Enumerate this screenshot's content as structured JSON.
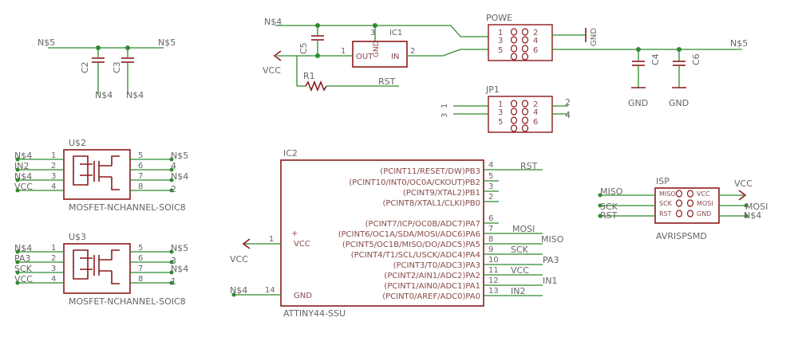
{
  "nets": {
    "n5": "N$5",
    "n4": "N$4",
    "vcc": "VCC",
    "gnd": "GND",
    "rst": "RST",
    "miso": "MISO",
    "mosi": "MOSI",
    "sck": "SCK",
    "in1": "IN1",
    "in2": "IN2",
    "pa3": "PA3"
  },
  "caps": {
    "c2": "C2",
    "c3": "C3",
    "c4": "C4",
    "c5": "C5",
    "c6": "C6"
  },
  "r1": "R1",
  "ic1": {
    "name": "IC1",
    "out": "OUT",
    "in": "IN",
    "gnd": "GND",
    "pin1": "1",
    "pin2": "2",
    "pin3": "3"
  },
  "powe": {
    "name": "POWE",
    "pins_left": [
      "1",
      "3",
      "5"
    ],
    "pins_right": [
      "2",
      "4",
      "6"
    ]
  },
  "jp1": {
    "name": "JP1",
    "pins_left": [
      "1",
      "3",
      "5"
    ],
    "pins_right": [
      "2",
      "4",
      "6"
    ],
    "left_labels": [
      "1",
      "3"
    ],
    "right_labels": [
      "2",
      "4"
    ]
  },
  "u2": {
    "name": "U$2",
    "caption": "MOSFET-NCHANNEL-SOIC8",
    "left_nets": [
      "N$4",
      "IN2",
      "N$4",
      "VCC"
    ],
    "right_nets": [
      "N$5",
      "4",
      "N$4",
      "2"
    ],
    "left_pins": [
      "1",
      "2",
      "3",
      "4"
    ],
    "right_pins": [
      "5",
      "6",
      "7",
      "8"
    ]
  },
  "u3": {
    "name": "U$3",
    "caption": "MOSFET-NCHANNEL-SOIC8",
    "left_nets": [
      "N$4",
      "PA3",
      "SCK",
      "VCC"
    ],
    "right_nets": [
      "N$5",
      "3",
      "N$4",
      "1"
    ],
    "left_pins": [
      "1",
      "2",
      "3",
      "4"
    ],
    "right_pins": [
      "5",
      "6",
      "7",
      "8"
    ]
  },
  "ic2": {
    "name": "IC2",
    "caption": "ATTINY44-SSU",
    "vcc": "VCC",
    "gnd": "GND",
    "plus": "+",
    "vcc_pin": "1",
    "gnd_pin": "14",
    "pins": [
      {
        "label": "(PCINT11/RESET/DW)PB3",
        "num": "4",
        "net": "RST"
      },
      {
        "label": "(PCINT10/INT0/OC0A/CKOUT)PB2",
        "num": "5",
        "net": ""
      },
      {
        "label": "(PCINT9/XTAL2)PB1",
        "num": "3",
        "net": ""
      },
      {
        "label": "(PCINT8/XTAL1/CLKI)PB0",
        "num": "2",
        "net": ""
      },
      {
        "label": "(PCINT7/ICP/OC0B/ADC7)PA7",
        "num": "6",
        "net": ""
      },
      {
        "label": "(PCINT6/OC1A/SDA/MOSI/ADC6)PA6",
        "num": "7",
        "net": "MOSI"
      },
      {
        "label": "(PCINT5/OC1B/MISO/DO/ADC5)PA5",
        "num": "8",
        "net": "MISO"
      },
      {
        "label": "(PCINT4/T1/SCL/USCK/ADC4)PA4",
        "num": "9",
        "net": "SCK"
      },
      {
        "label": "(PCINT3/T0/ADC3)PA3",
        "num": "10",
        "net": "PA3"
      },
      {
        "label": "(PCINT2/AIN1/ADC2)PA2",
        "num": "11",
        "net": "VCC"
      },
      {
        "label": "(PCINT1/AIN0/ADC1)PA1",
        "num": "12",
        "net": "IN1"
      },
      {
        "label": "(PCINT0/AREF/ADC0)PA0",
        "num": "13",
        "net": "IN2"
      }
    ]
  },
  "isp": {
    "name": "ISP",
    "caption": "AVRISPSMD",
    "inner_left": [
      "MISO",
      "SCK",
      "RST"
    ],
    "inner_right": [
      "VCC",
      "MOSI",
      "GND"
    ],
    "left_nets": [
      "MISO",
      "SCK",
      "RST"
    ],
    "right_nets": [
      "MOSI",
      "N$4"
    ]
  }
}
